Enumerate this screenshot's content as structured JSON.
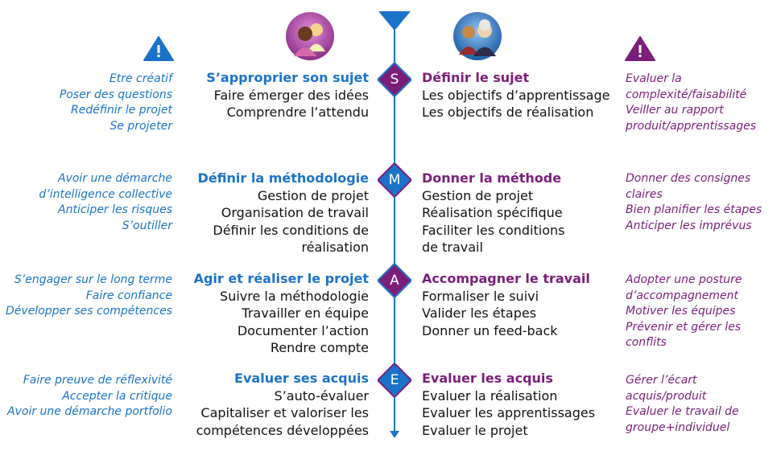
{
  "colors": {
    "student": "#1a73c9",
    "teacher": "#7a1e7a"
  },
  "icons": {
    "top_arrow": "down-triangle-icon",
    "student_avatar": "students-avatar-icon",
    "teacher_avatar": "teacher-avatar-icon",
    "left_warning": "warning-icon",
    "right_warning": "warning-icon",
    "bottom_arrow": "arrow-head-icon"
  },
  "stages": [
    {
      "letter": "S",
      "student_tips": [
        "Etre créatif",
        "Poser des questions",
        "Redéfinir le projet",
        "Se projeter"
      ],
      "student_title": "S’approprier son sujet",
      "student_items": [
        "Faire émerger des idées",
        "Comprendre l’attendu"
      ],
      "teacher_title": "Définir le sujet",
      "teacher_items": [
        "Les objectifs d’apprentissage",
        "Les objectifs de réalisation"
      ],
      "teacher_tips": [
        "Evaluer la",
        "complexité/faisabilité",
        "Veiller au rapport",
        "produit/apprentissages"
      ]
    },
    {
      "letter": "M",
      "student_tips": [
        "Avoir une démarche",
        "d’intelligence collective",
        "Anticiper les risques",
        "S’outiller"
      ],
      "student_title": "Définir la méthodologie",
      "student_items": [
        "Gestion de projet",
        "Organisation de travail",
        "Définir les conditions de",
        "réalisation"
      ],
      "teacher_title": "Donner la méthode",
      "teacher_items": [
        "Gestion de projet",
        "Réalisation spécifique",
        "Faciliter les conditions",
        "de travail"
      ],
      "teacher_tips": [
        "Donner des consignes",
        "claires",
        "Bien planifier les étapes",
        "Anticiper les imprévus"
      ]
    },
    {
      "letter": "A",
      "student_tips": [
        "S’engager sur le long terme",
        "Faire confiance",
        "Développer  ses compétences"
      ],
      "student_title": "Agir et réaliser le projet",
      "student_items": [
        "Suivre la méthodologie",
        "Travailler en équipe",
        "Documenter l’action",
        "Rendre compte"
      ],
      "teacher_title": "Accompagner le travail",
      "teacher_items": [
        "Formaliser le suivi",
        "Valider les étapes",
        "Donner un feed-back"
      ],
      "teacher_tips": [
        "Adopter une posture",
        "d’accompagnement",
        "Motiver les équipes",
        "Prévenir et gérer les",
        "conflits"
      ]
    },
    {
      "letter": "E",
      "student_tips": [
        "Faire preuve de réflexivité",
        "Accepter la critique",
        "Avoir une démarche portfolio"
      ],
      "student_title": "Evaluer ses acquis",
      "student_items": [
        "S’auto-évaluer",
        "Capitaliser et valoriser les",
        "compétences développées"
      ],
      "teacher_title": "Evaluer les acquis",
      "teacher_items": [
        "Evaluer la réalisation",
        "Evaluer les apprentissages",
        "Evaluer le projet"
      ],
      "teacher_tips": [
        "Gérer l’écart",
        "acquis/produit",
        "Evaluer le travail de",
        "groupe+individuel"
      ]
    }
  ]
}
